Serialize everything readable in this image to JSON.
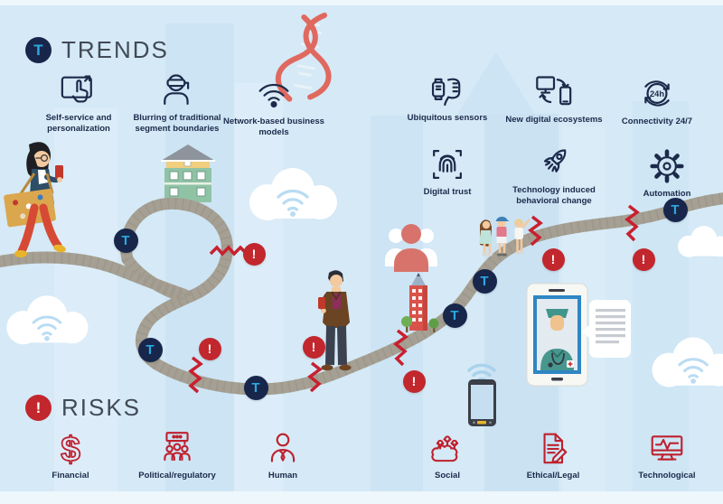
{
  "titles": {
    "trends": "TRENDS",
    "risks": "RISKS"
  },
  "badges": {
    "trend": "T",
    "risk": "!"
  },
  "road_markers": {
    "trend": "T",
    "risk": "!"
  },
  "icon_text": {
    "hours": "24h",
    "dollar": "$"
  },
  "trends": [
    {
      "label": "Self-service and personalization",
      "icon": "tablet-tap-icon"
    },
    {
      "label": "Blurring of traditional segment boundaries",
      "icon": "vr-headset-person-icon"
    },
    {
      "label": "Network-based business models",
      "icon": "wifi-icon"
    },
    {
      "label": "Ubiquitous sensors",
      "icon": "smartwatch-hand-icon"
    },
    {
      "label": "New digital ecosystems",
      "icon": "devices-sync-icon"
    },
    {
      "label": "Connectivity 24/7",
      "icon": "24h-circular-arrows-icon"
    },
    {
      "label": "Digital trust",
      "icon": "fingerprint-scan-icon"
    },
    {
      "label": "Technology induced behavioral change",
      "icon": "rocket-icon"
    },
    {
      "label": "Automation",
      "icon": "gear-icon"
    }
  ],
  "risks": [
    {
      "label": "Financial",
      "icon": "dollar-icon"
    },
    {
      "label": "Political/regulatory",
      "icon": "people-banner-icon"
    },
    {
      "label": "Human",
      "icon": "person-tie-icon"
    },
    {
      "label": "Social",
      "icon": "people-cloud-icon"
    },
    {
      "label": "Ethical/Legal",
      "icon": "document-pen-icon"
    },
    {
      "label": "Technological",
      "icon": "monitor-pulse-icon"
    }
  ],
  "scene_icons": [
    "woman-walking",
    "loop-road",
    "house",
    "man-with-phone",
    "children-group",
    "red-skyscraper",
    "trees",
    "people-silhouette",
    "telemedicine-tablet",
    "speech-bubble",
    "smartphone-wifi",
    "dna-helix",
    "wifi-cloud",
    "risk-zigzag"
  ],
  "colors": {
    "background": "#d5e9f6",
    "navy": "#1b2a4a",
    "trend_blue": "#2aa9e0",
    "risk_red": "#c1272d",
    "road_gray": "#a5a093",
    "cloud_white": "#ffffff"
  }
}
